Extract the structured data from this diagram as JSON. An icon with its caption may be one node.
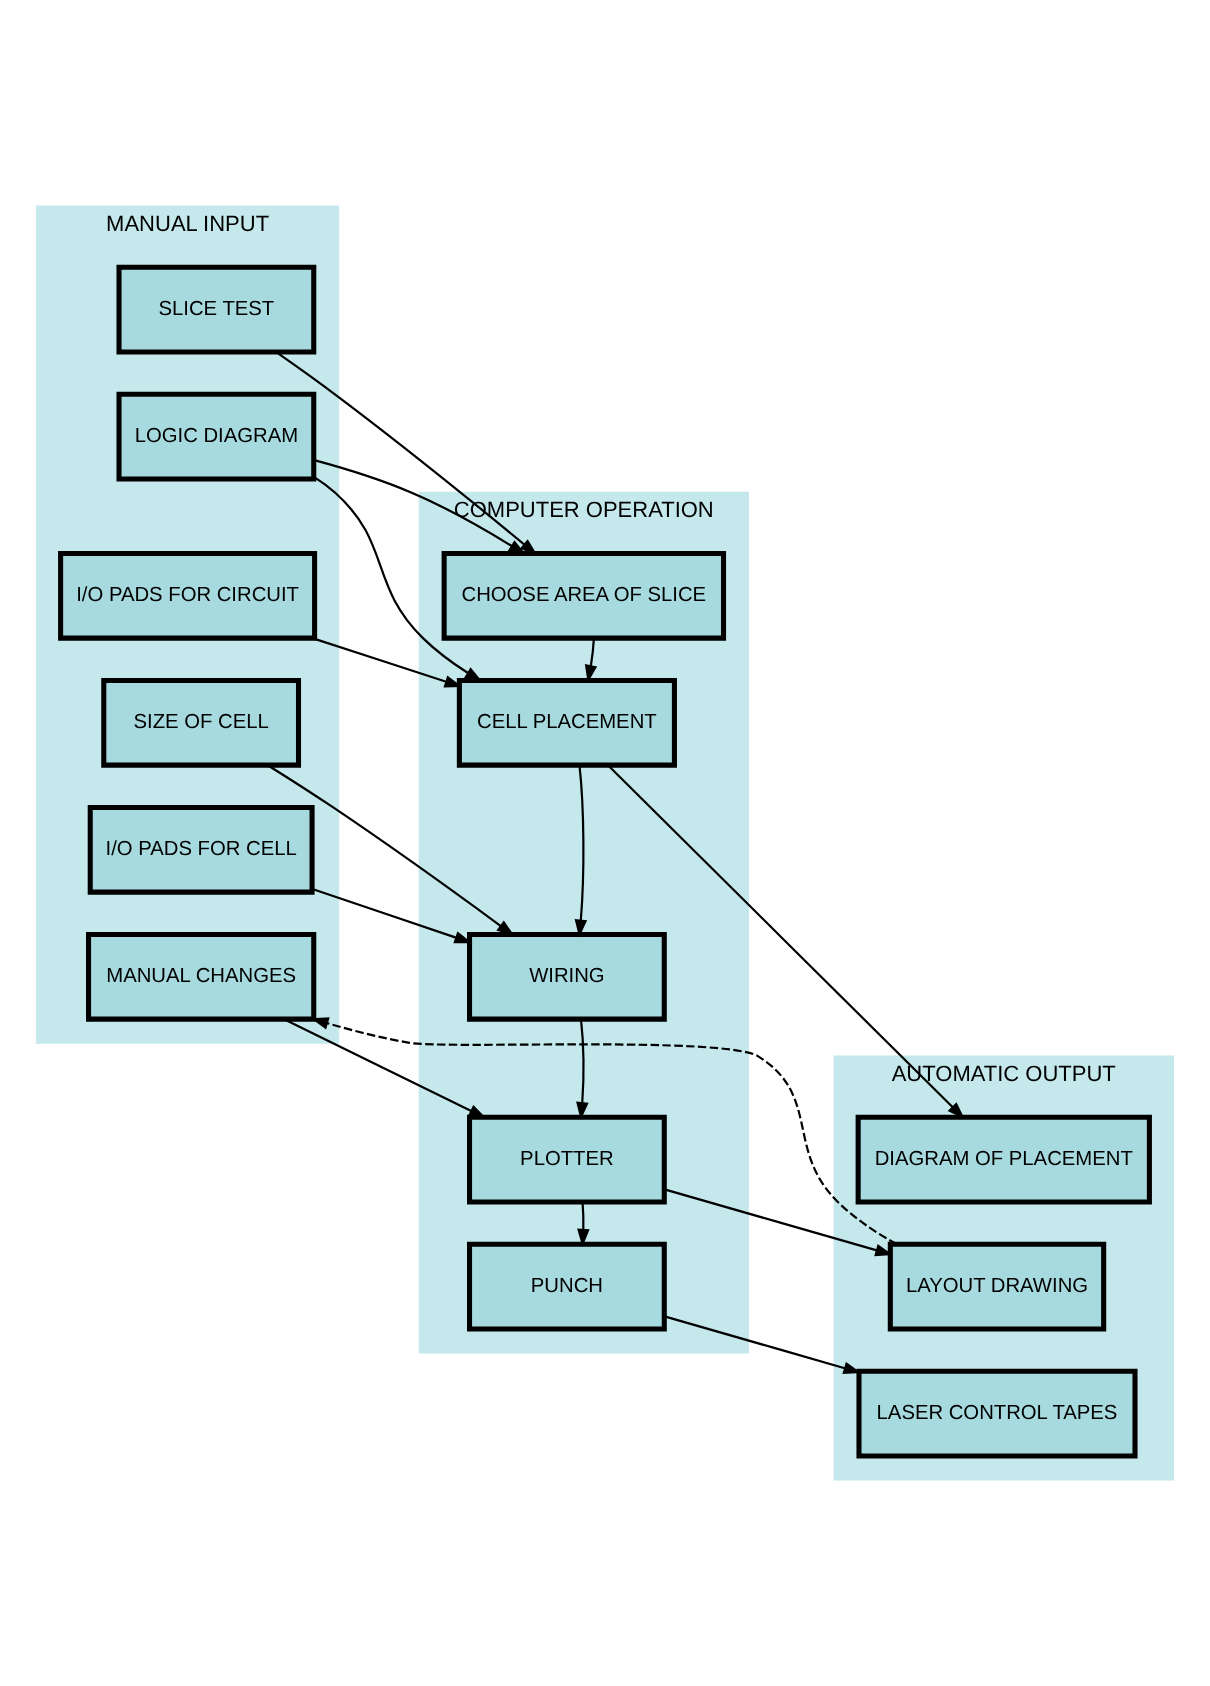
{
  "diagram": {
    "nodes": [
      {
        "text": [
          "MANUAL INPUT"
        ]
      },
      {
        "text": [
          "SLICE TEST"
        ],
        "in": 0
      },
      {
        "text": [
          "LOGIC DIAGRAM"
        ],
        "in": 0
      },
      {
        "text": [
          "I/O PADS FOR CIRCUIT"
        ],
        "in": 0
      },
      {
        "text": [
          "SIZE OF CELL"
        ],
        "in": 0
      },
      {
        "text": [
          "I/O PADS FOR CELL"
        ],
        "in": 0
      },
      {
        "text": [
          "MANUAL CHANGES"
        ],
        "in": 0
      },
      {
        "text": [
          "COMPUTER OPERATION"
        ]
      },
      {
        "text": [
          "CHOOSE AREA OF SLICE"
        ],
        "in": 7
      },
      {
        "text": [
          "CELL PLACEMENT"
        ],
        "in": 7
      },
      {
        "text": [
          "WIRING"
        ],
        "in": 7
      },
      {
        "text": [
          "PLOTTER"
        ],
        "in": 7
      },
      {
        "text": [
          "PUNCH"
        ],
        "in": 7
      },
      {
        "text": [
          "AUTOMATIC OUTPUT"
        ]
      },
      {
        "text": [
          "DIAGRAM OF PLACEMENT"
        ],
        "in": 13
      },
      {
        "text": [
          "LAYOUT DRAWING"
        ],
        "in": 13
      },
      {
        "text": [
          "LASER CONTROL TAPES"
        ],
        "in": 13
      }
    ],
    "edges": [
      {
        "from": 1,
        "to": 8,
        "arrow": "to"
      },
      {
        "from": 2,
        "to": 8,
        "arrow": "to"
      },
      {
        "from": 2,
        "to": 9,
        "arrow": "to"
      },
      {
        "from": 3,
        "to": 9,
        "arrow": "to"
      },
      {
        "from": 8,
        "to": 9,
        "arrow": "to"
      },
      {
        "from": 9,
        "to": 14,
        "arrow": "to"
      },
      {
        "from": 9,
        "to": 10,
        "arrow": "to"
      },
      {
        "from": 4,
        "to": 10,
        "arrow": "to"
      },
      {
        "from": 5,
        "to": 10,
        "arrow": "to"
      },
      {
        "from": 10,
        "to": 11,
        "arrow": "to"
      },
      {
        "from": 6,
        "to": 11,
        "arrow": "to"
      },
      {
        "from": 11,
        "to": 15,
        "arrow": "to"
      },
      {
        "from": 11,
        "to": 12,
        "arrow": "to"
      },
      {
        "from": 12,
        "to": 16,
        "arrow": "to"
      },
      {
        "from": 15,
        "to": 6,
        "arrow": "to",
        "style": "dashed"
      }
    ]
  }
}
